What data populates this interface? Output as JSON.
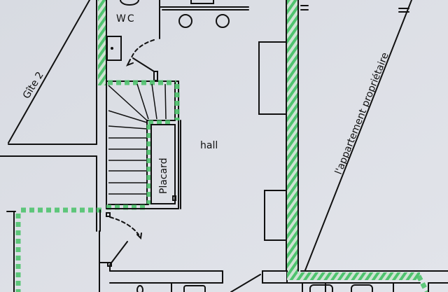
{
  "plan": {
    "rooms": {
      "wc": "WC",
      "gite": "Gîte 2",
      "hall": "hall",
      "placard": "Placard",
      "owner_apartment": "l'appartement propriétaire"
    },
    "colors": {
      "paper": "#dcdfe6",
      "ink": "#111111",
      "wall_highlight": "#4fc36e"
    }
  }
}
